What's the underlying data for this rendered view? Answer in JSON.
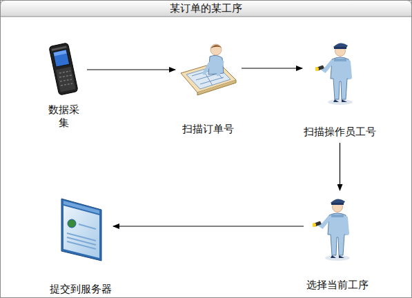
{
  "diagram": {
    "title": "某订单的某工序",
    "nodes": [
      {
        "text": [
          "数据采集"
        ]
      },
      {
        "text": [
          "扫描订单号"
        ]
      },
      {
        "text": [
          "扫描操作员工号"
        ]
      },
      {
        "text": [
          "选择当前工序"
        ]
      },
      {
        "text": [
          "提交到服务器"
        ]
      }
    ],
    "edges": [
      {
        "from": 0,
        "to": 1,
        "arrow": "to"
      },
      {
        "from": 1,
        "to": 2,
        "arrow": "to"
      },
      {
        "from": 2,
        "to": 3,
        "arrow": "to"
      },
      {
        "from": 3,
        "to": 4,
        "arrow": "to"
      }
    ]
  }
}
